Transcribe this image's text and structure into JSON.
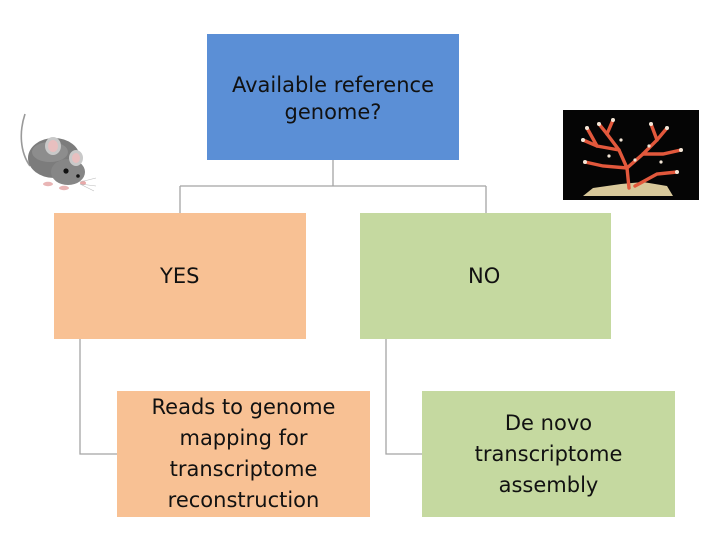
{
  "diagram": {
    "root": {
      "label": "Available reference\ngenome?",
      "color": "#5b8fd6"
    },
    "branches": [
      {
        "label": "YES",
        "color": "#f8c194",
        "child": {
          "label": "Reads to genome\nmapping for\ntranscriptome\nreconstruction",
          "color": "#f8c194"
        }
      },
      {
        "label": "NO",
        "color": "#c5d9a0",
        "child": {
          "label": "De novo\ntranscriptome\nassembly",
          "color": "#c5d9a0"
        }
      }
    ],
    "connector_color": "#a5a5a5",
    "images": [
      {
        "icon": "mouse-photo"
      },
      {
        "icon": "red-coral-photo"
      }
    ]
  }
}
